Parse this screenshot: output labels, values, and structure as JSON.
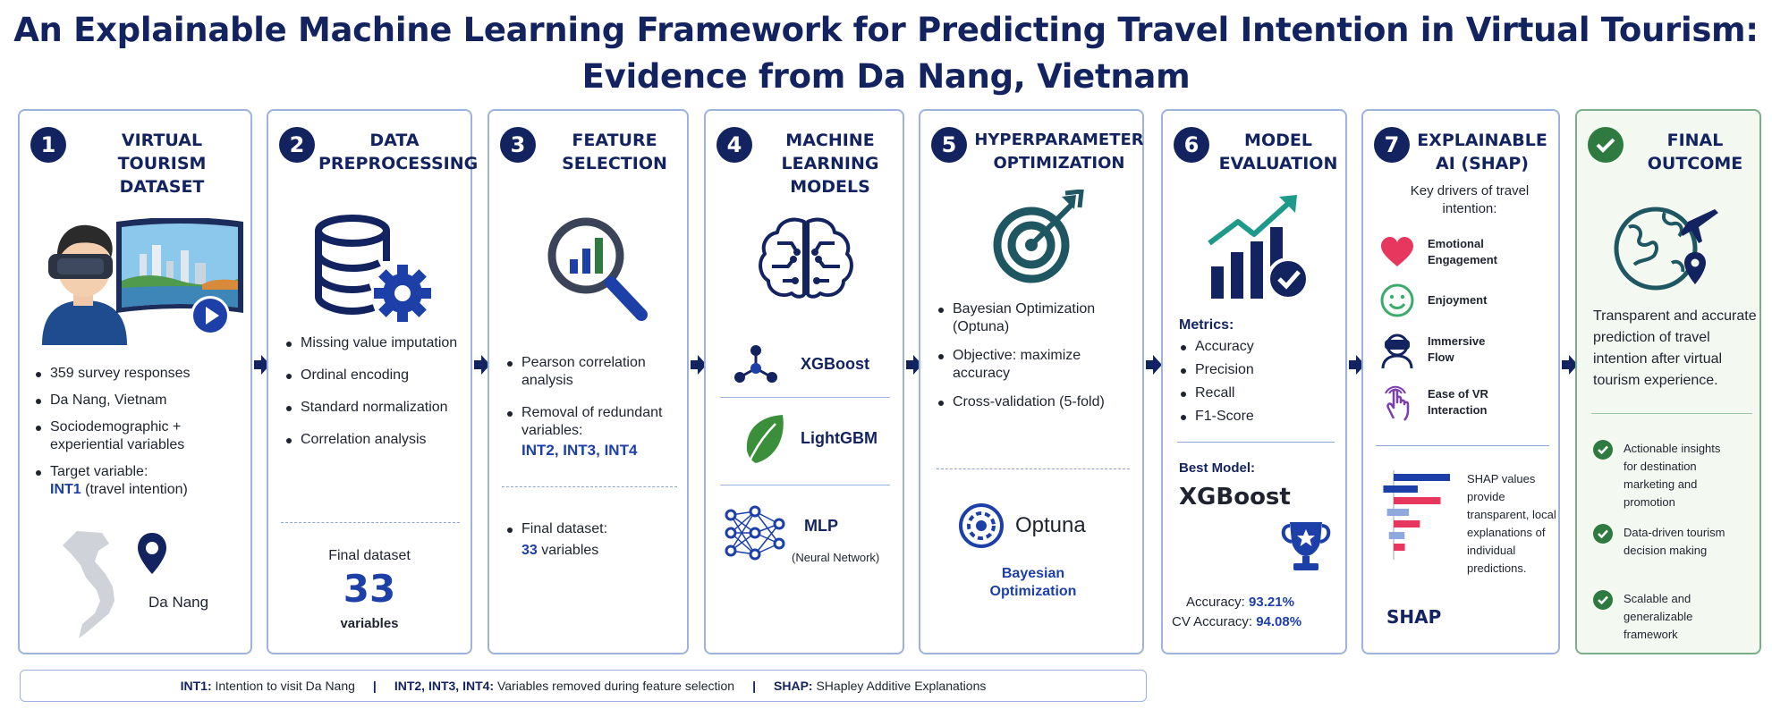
{
  "title_line1": "An Explainable Machine Learning Framework for Predicting Travel Intention in Virtual Tourism:",
  "title_line2": "Evidence from Da Nang, Vietnam",
  "colors": {
    "navy": "#13235f",
    "blue": "#1d3fa8",
    "green": "#2f7a40",
    "panel_border": "#9db2dc"
  },
  "steps": [
    {
      "num": "1",
      "title": "VIRTUAL TOURISM DATASET",
      "bullets": [
        "359 survey responses",
        "Da Nang, Vietnam",
        "Sociodemographic + experiential variables",
        "Target variable:"
      ],
      "target_var": "INT1",
      "target_desc": " (travel intention)",
      "map_label": "Da Nang",
      "icons": [
        "vr-user-icon",
        "city-photo-icon",
        "play-icon",
        "vietnam-map-icon",
        "location-pin-icon"
      ]
    },
    {
      "num": "2",
      "title": "DATA PREPROCESSING",
      "bullets": [
        "Missing value imputation",
        "Ordinal encoding",
        "Standard normalization",
        "Correlation analysis"
      ],
      "final_label": "Final dataset",
      "final_number": "33",
      "final_unit": "variables",
      "icons": [
        "database-gear-icon"
      ]
    },
    {
      "num": "3",
      "title": "FEATURE SELECTION",
      "bullets": [
        "Pearson correlation analysis",
        "Removal of redundant variables:"
      ],
      "removed": "INT2, INT3, INT4",
      "final_dataset_label": "Final dataset:",
      "final_dataset_value": "33",
      "final_dataset_unit": " variables",
      "icons": [
        "magnifier-chart-icon"
      ]
    },
    {
      "num": "4",
      "title": "MACHINE LEARNING MODELS",
      "models": [
        {
          "name": "XGBoost",
          "icon": "xgboost-graph-icon",
          "sub": ""
        },
        {
          "name": "LightGBM",
          "icon": "leaf-icon",
          "sub": ""
        },
        {
          "name": "MLP",
          "icon": "neural-network-icon",
          "sub": "(Neural Network)"
        }
      ],
      "icons": [
        "brain-circuit-icon"
      ]
    },
    {
      "num": "5",
      "title": "HYPERPARAMETER OPTIMIZATION",
      "bullets": [
        "Bayesian Optimization (Optuna)",
        "Objective: maximize accuracy",
        "Cross-validation (5-fold)"
      ],
      "tool": "Optuna",
      "tool_caption": "Bayesian Optimization",
      "icons": [
        "target-arrow-icon",
        "optuna-logo-icon"
      ]
    },
    {
      "num": "6",
      "title": "MODEL EVALUATION",
      "metrics_label": "Metrics:",
      "metrics": [
        "Accuracy",
        "Precision",
        "Recall",
        "F1-Score"
      ],
      "best_label": "Best Model:",
      "best_model": "XGBoost",
      "accuracy_label": "Accuracy: ",
      "accuracy_value": "93.21%",
      "cv_label": "CV Accuracy: ",
      "cv_value": "94.08%",
      "icons": [
        "growth-chart-check-icon",
        "trophy-icon"
      ]
    },
    {
      "num": "7",
      "title": "EXPLAINABLE AI (SHAP)",
      "intro": "Key drivers of travel intention:",
      "drivers": [
        {
          "label": "Emotional Engagement",
          "icon": "heart-icon"
        },
        {
          "label": "Enjoyment",
          "icon": "smiley-icon"
        },
        {
          "label": "Immersive Flow",
          "icon": "vr-headset-person-icon"
        },
        {
          "label": "Ease of VR Interaction",
          "icon": "hand-touch-icon"
        }
      ],
      "shap_desc": "SHAP values provide transparent, local explanations of individual predictions.",
      "shap_caption": "SHAP",
      "shap_bars": [
        {
          "value": 0.9,
          "color": "#1d3fa8"
        },
        {
          "value": 0.55,
          "color": "#1d3fa8"
        },
        {
          "value": 0.75,
          "color": "#e8375e"
        },
        {
          "value": 0.35,
          "color": "#8fa8dd"
        },
        {
          "value": 0.42,
          "color": "#e8375e"
        },
        {
          "value": 0.25,
          "color": "#8fa8dd"
        },
        {
          "value": 0.18,
          "color": "#e8375e"
        }
      ]
    },
    {
      "title": "FINAL OUTCOME",
      "summary": "Transparent and accurate prediction of travel intention after virtual tourism experience.",
      "checks": [
        "Actionable insights for destination marketing and promotion",
        "Data-driven tourism decision making",
        "Scalable and generalizable framework"
      ],
      "icons": [
        "check-circle-icon",
        "globe-plane-icon",
        "location-pin-icon"
      ]
    }
  ],
  "legend": {
    "int1_key": "INT1:",
    "int1_desc": "Intention to visit Da Nang",
    "int234_key": "INT2, INT3, INT4:",
    "int234_desc": "Variables removed during feature selection",
    "shap_key": "SHAP:",
    "shap_desc": "SHapley Additive Explanations",
    "separator": "|"
  }
}
